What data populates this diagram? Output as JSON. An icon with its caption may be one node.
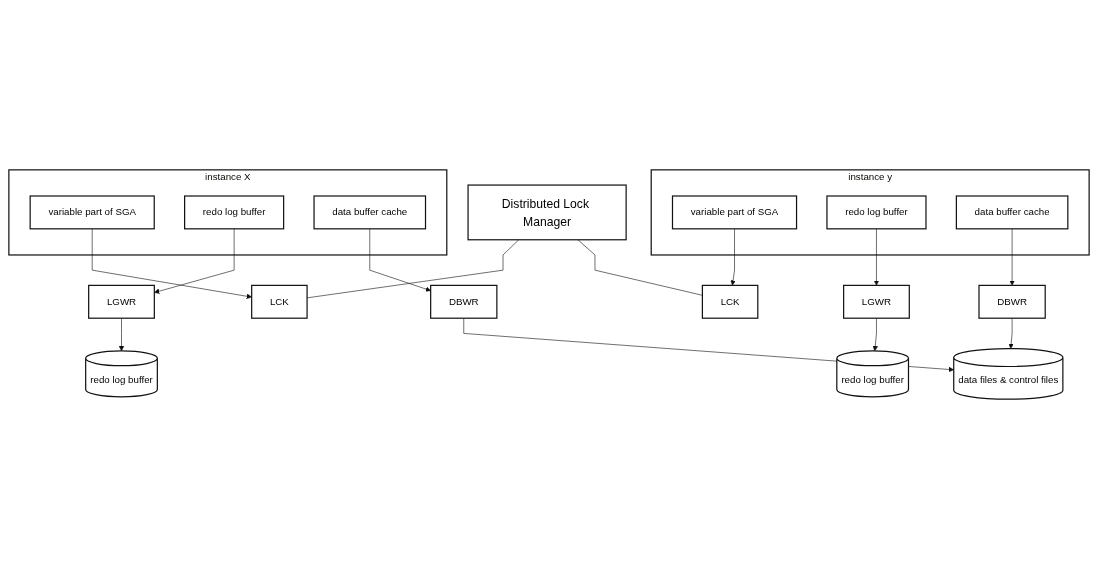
{
  "diagram": {
    "nodes": [
      {
        "text": [
          "Distributed Lock Manager"
        ]
      },
      {
        "text": [
          "instance X"
        ]
      },
      {
        "text": [
          "variable part of SGA"
        ],
        "in": 1
      },
      {
        "text": [
          "redo log buffer"
        ],
        "in": 1
      },
      {
        "text": [
          "data buffer cache"
        ],
        "in": 1
      },
      {
        "text": [
          "LCK"
        ]
      },
      {
        "text": [
          "LGWR"
        ]
      },
      {
        "text": [
          "DBWR"
        ]
      },
      {
        "text": [
          "redo log buffer"
        ]
      },
      {
        "text": [
          "instance y"
        ]
      },
      {
        "text": [
          "variable part of SGA"
        ],
        "in": 9
      },
      {
        "text": [
          "redo log buffer"
        ],
        "in": 9
      },
      {
        "text": [
          "data buffer cache"
        ],
        "in": 9
      },
      {
        "text": [
          "LCK"
        ]
      },
      {
        "text": [
          "LGWR"
        ]
      },
      {
        "text": [
          "DBWR"
        ]
      },
      {
        "text": [
          "redo log buffer"
        ]
      },
      {
        "text": [
          "data files & control files"
        ]
      }
    ],
    "edges": [
      {
        "from": 0,
        "to": 5,
        "arrow": "none"
      },
      {
        "from": 2,
        "to": 5,
        "arrow": "to"
      },
      {
        "from": 3,
        "to": 6,
        "arrow": "to"
      },
      {
        "from": 4,
        "to": 7,
        "arrow": "to"
      },
      {
        "from": 6,
        "to": 8,
        "arrow": "to"
      },
      {
        "from": 7,
        "to": 17,
        "arrow": "to"
      },
      {
        "from": 0,
        "to": 13,
        "arrow": "none"
      },
      {
        "from": 10,
        "to": 13,
        "arrow": "to"
      },
      {
        "from": 11,
        "to": 14,
        "arrow": "to"
      },
      {
        "from": 12,
        "to": 15,
        "arrow": "to"
      },
      {
        "from": 14,
        "to": 16,
        "arrow": "to"
      },
      {
        "from": 15,
        "to": 17,
        "arrow": "to"
      }
    ]
  }
}
